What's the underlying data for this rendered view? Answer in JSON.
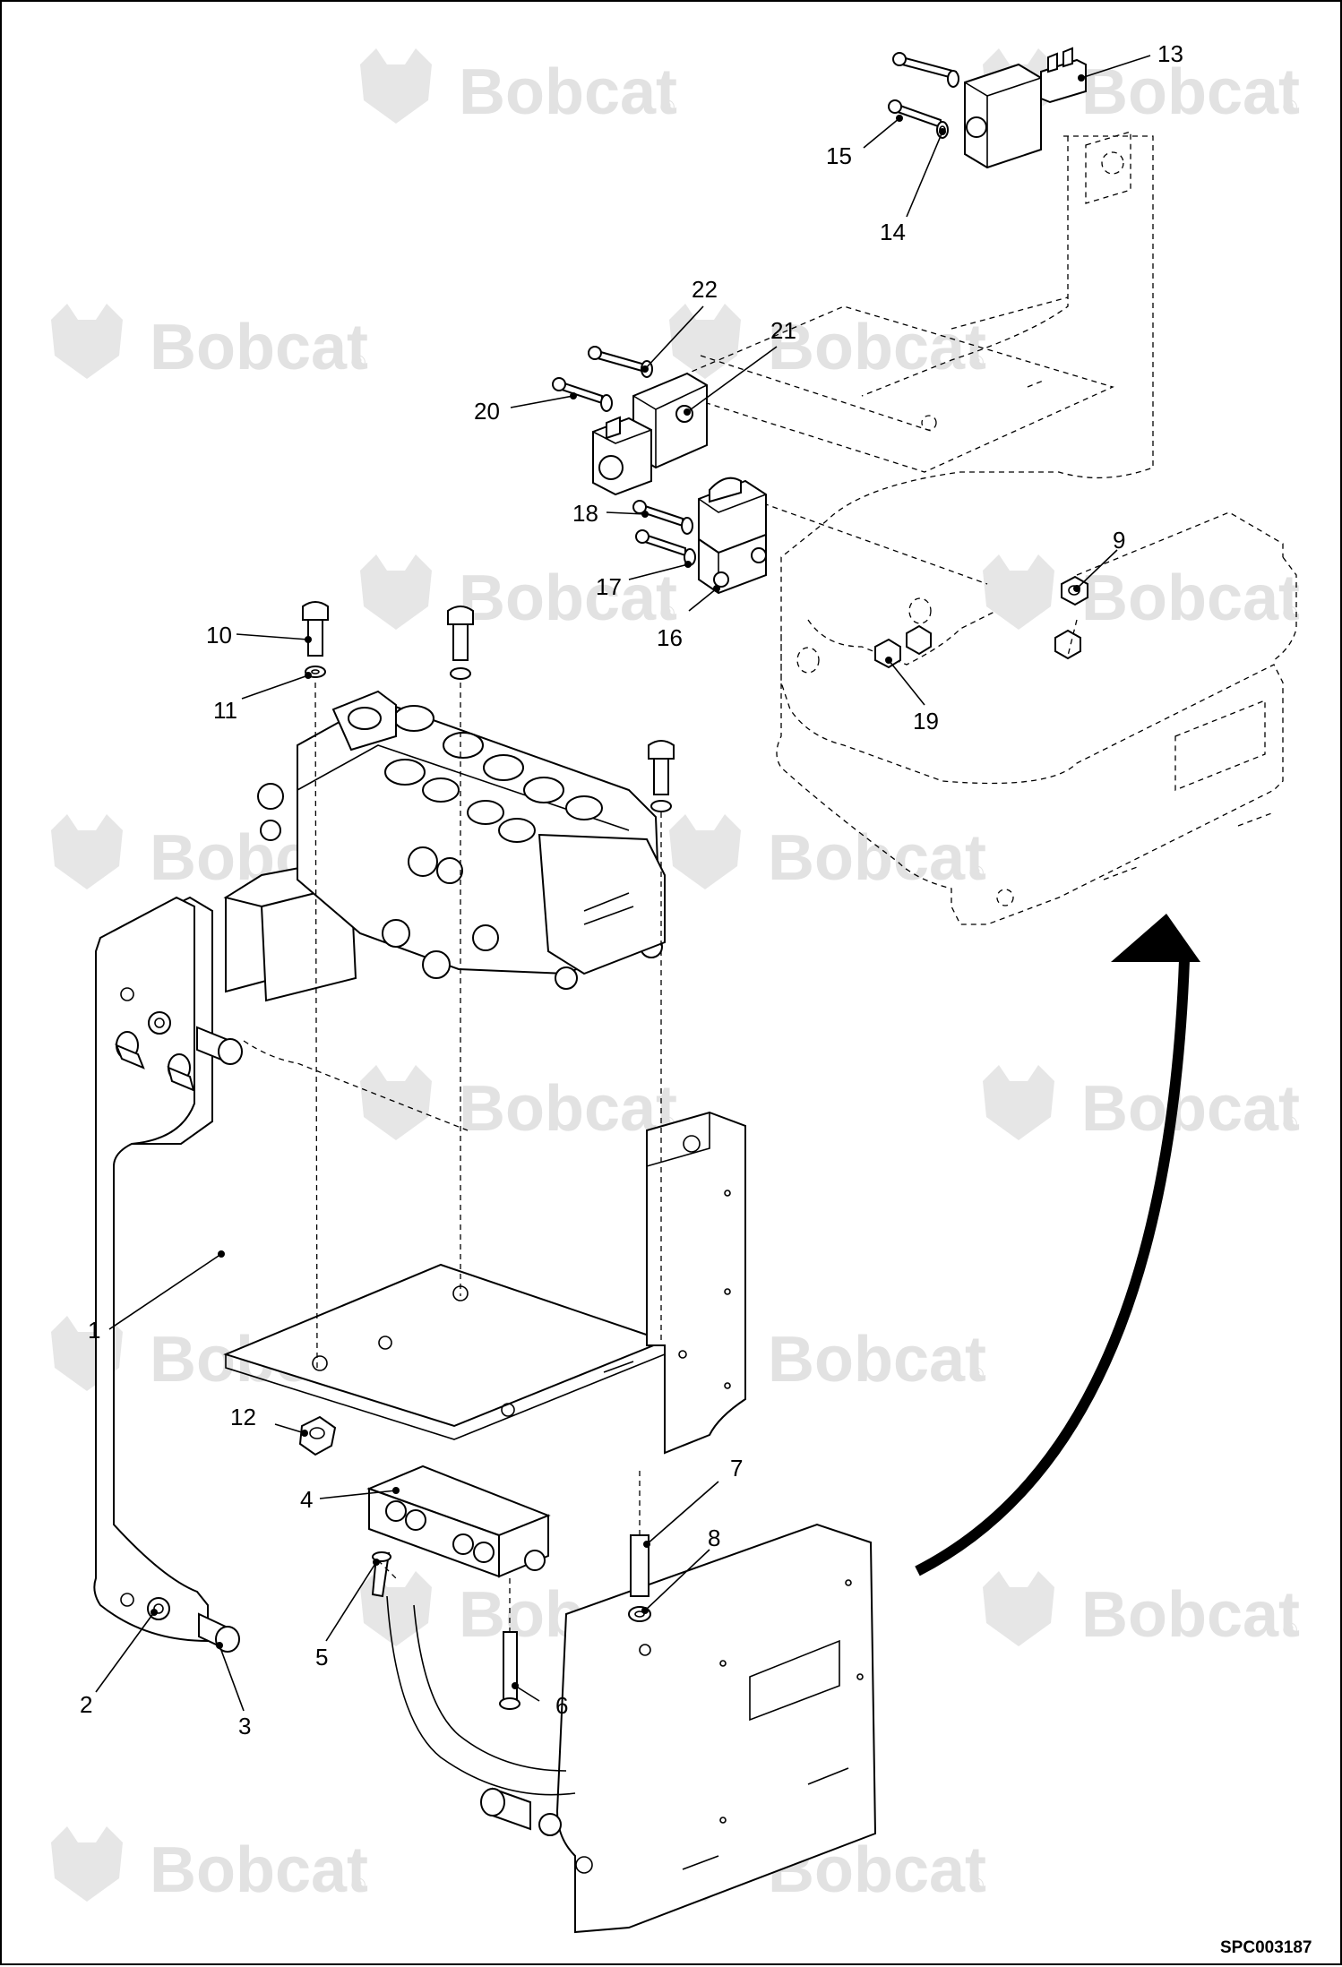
{
  "watermark": {
    "brand": "Bobcat",
    "registered": "®",
    "positions": [
      "wm-1",
      "wm-2",
      "wm-3",
      "wm-4",
      "wm-5",
      "wm-6",
      "wm-7",
      "wm-8",
      "wm-9",
      "wm-10",
      "wm-11",
      "wm-12",
      "wm-13",
      "wm-14",
      "wm-15"
    ]
  },
  "callouts": [
    {
      "id": "c1",
      "label": "1"
    },
    {
      "id": "c2",
      "label": "2"
    },
    {
      "id": "c3",
      "label": "3"
    },
    {
      "id": "c4",
      "label": "4"
    },
    {
      "id": "c5",
      "label": "5"
    },
    {
      "id": "c6",
      "label": "6"
    },
    {
      "id": "c7",
      "label": "7"
    },
    {
      "id": "c8",
      "label": "8"
    },
    {
      "id": "c9",
      "label": "9"
    },
    {
      "id": "c10",
      "label": "10"
    },
    {
      "id": "c11",
      "label": "11"
    },
    {
      "id": "c12",
      "label": "12"
    },
    {
      "id": "c13",
      "label": "13"
    },
    {
      "id": "c14",
      "label": "14"
    },
    {
      "id": "c15",
      "label": "15"
    },
    {
      "id": "c16",
      "label": "16"
    },
    {
      "id": "c17",
      "label": "17"
    },
    {
      "id": "c18",
      "label": "18"
    },
    {
      "id": "c19",
      "label": "19"
    },
    {
      "id": "c20",
      "label": "20"
    },
    {
      "id": "c21",
      "label": "21"
    },
    {
      "id": "c22",
      "label": "22"
    }
  ],
  "document_id": "SPC003187"
}
